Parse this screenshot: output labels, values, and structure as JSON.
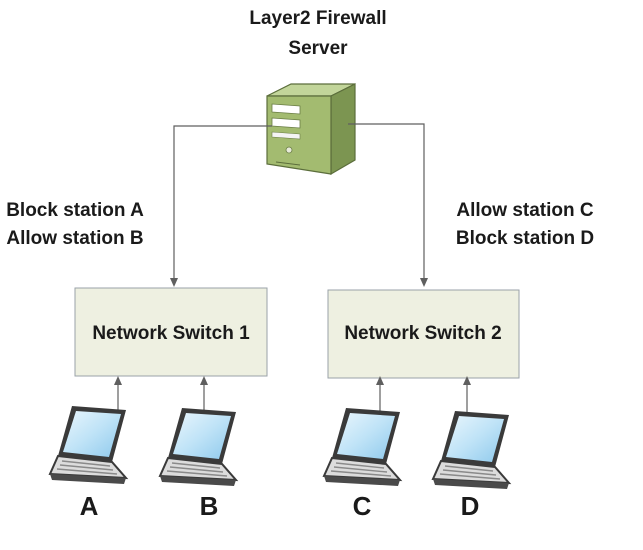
{
  "server": {
    "title_line1": "Layer2 Firewall",
    "title_line2": "Server",
    "icon": "server-tower-icon",
    "body_color": "#8fa862"
  },
  "rules": {
    "left": [
      "Block station A",
      "Allow station B"
    ],
    "right": [
      "Allow station C",
      "Block station D"
    ]
  },
  "switches": [
    {
      "label": "Network Switch 1"
    },
    {
      "label": "Network Switch 2"
    }
  ],
  "stations": [
    {
      "label": "A",
      "icon": "laptop-icon"
    },
    {
      "label": "B",
      "icon": "laptop-icon"
    },
    {
      "label": "C",
      "icon": "laptop-icon"
    },
    {
      "label": "D",
      "icon": "laptop-icon"
    }
  ],
  "colors": {
    "switch_fill": "#eef0e1",
    "switch_border": "#9aa2a8",
    "laptop_screen": "#bfe3f7",
    "line": "#5f5f5f"
  }
}
